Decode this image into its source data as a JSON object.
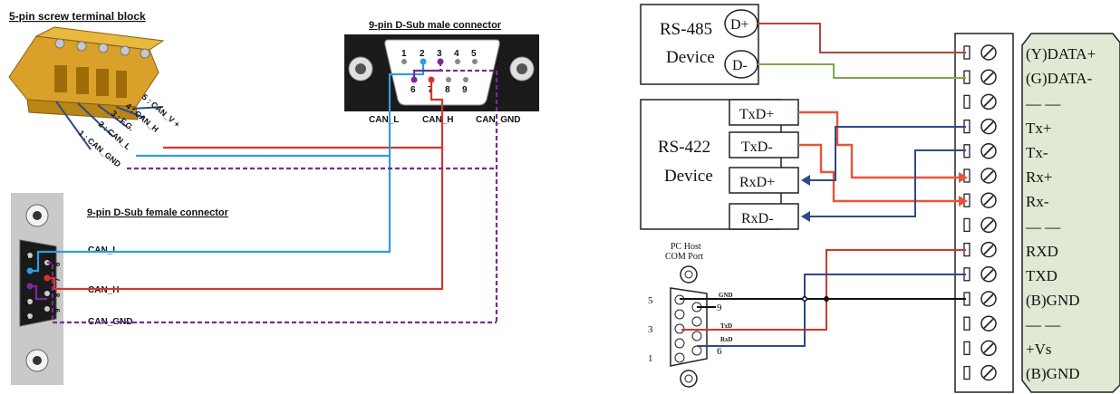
{
  "left": {
    "terminal_title": "5-pin screw terminal block",
    "terminal_pins": [
      "1 : CAN_GND",
      "2 : CAN_L",
      "3 : F.G.",
      "4 : CAN_H",
      "5 : CAN_V +"
    ],
    "male_title": "9-pin D-Sub male connector",
    "male_pin_numbers_top": [
      "1",
      "2",
      "3",
      "4",
      "5"
    ],
    "male_pin_numbers_bottom": [
      "6",
      "7",
      "8",
      "9"
    ],
    "male_labels": [
      "CAN_L",
      "CAN_H",
      "CAN_GND"
    ],
    "female_title": "9-pin D-Sub female connector",
    "female_pin_numbers": [
      "1",
      "2",
      "3",
      "4",
      "5",
      "6",
      "7",
      "8",
      "9"
    ],
    "female_labels": [
      "CAN_L",
      "CAN_H",
      "CAN_GND"
    ]
  },
  "right": {
    "rs485": {
      "name_line1": "RS-485",
      "name_line2": "Device",
      "pins": [
        "D+",
        "D-"
      ]
    },
    "rs422": {
      "name_line1": "RS-422",
      "name_line2": "Device",
      "pins": [
        "TxD+",
        "TxD-",
        "RxD+",
        "RxD-"
      ]
    },
    "pc": {
      "title_line1": "PC Host",
      "title_line2": "COM Port",
      "pin_labels": [
        "5",
        "9",
        "3",
        "6",
        "1"
      ],
      "signal_labels": [
        "GND",
        "TxD",
        "RxD"
      ]
    },
    "terminal_labels": [
      "(Y)DATA+",
      "(G)DATA-",
      "— —",
      "Tx+",
      "Tx-",
      "Rx+",
      "Rx-",
      "— —",
      "RXD",
      "TXD",
      "(B)GND",
      "— —",
      "+Vs",
      "(B)GND"
    ]
  },
  "colors": {
    "red": "#d9342b",
    "blue": "#2e9fdc",
    "purple": "#7a2a9a",
    "navy": "#2f4a8a",
    "orange": "#e8553a",
    "green": "#7fa84a",
    "brown": "#b0463c"
  }
}
